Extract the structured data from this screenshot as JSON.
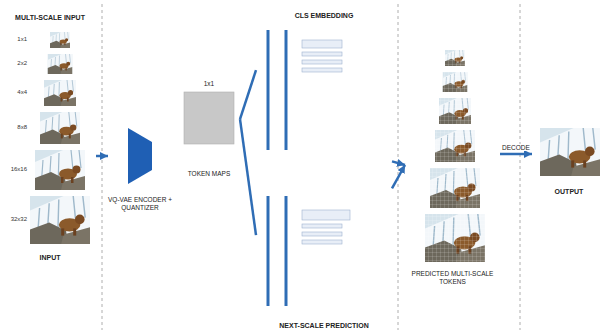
{
  "diagram": {
    "nodes": [
      {
        "text": [
          "MULTI-SCALE INPUT",
          "INPUT"
        ]
      },
      {
        "text": [
          "VQ-VAE ENCODER + QUANTIZER"
        ]
      },
      {
        "text": [
          "1x1",
          "TOKEN MAPS"
        ]
      },
      {
        "text": [
          "CLS EMBEDDING"
        ]
      },
      {
        "text": [
          "NEXT-SCALE PREDICTION"
        ]
      },
      {
        "text": [
          "PREDICTED MULTI-SCALE TOKENS"
        ]
      },
      {
        "text": [
          "OUTPUT"
        ]
      }
    ],
    "edges": [
      {
        "from": 0,
        "to": 1,
        "arrow": "to"
      },
      {
        "from": 2,
        "to": 3,
        "arrow": "none"
      },
      {
        "from": 2,
        "to": 4,
        "arrow": "none"
      },
      {
        "from": 3,
        "to": 5,
        "arrow": "to"
      },
      {
        "from": 4,
        "to": 5,
        "arrow": "to"
      },
      {
        "from": 5,
        "to": 6,
        "arrow": "to",
        "label": "DECODE"
      }
    ],
    "labels": [
      "1x1",
      "2x2",
      "4x4",
      "8x8",
      "16x16",
      "32x32"
    ]
  }
}
